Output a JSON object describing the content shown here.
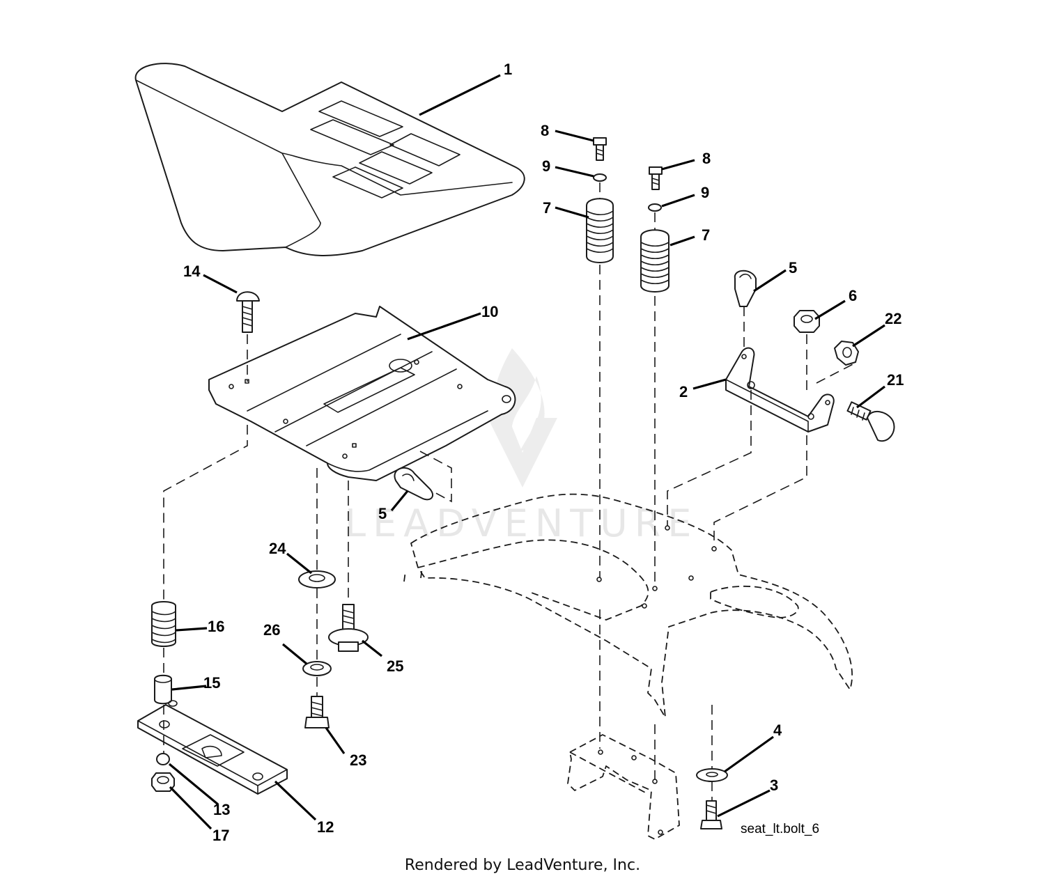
{
  "diagram": {
    "drawing_reference": "seat_lt.bolt_6",
    "footer": "Rendered by LeadVenture, Inc.",
    "watermark": "LEADVENTURE",
    "callouts": {
      "c1": "1",
      "c2": "2",
      "c3": "3",
      "c4": "4",
      "c5a": "5",
      "c5b": "5",
      "c6": "6",
      "c7a": "7",
      "c7b": "7",
      "c8a": "8",
      "c8b": "8",
      "c9a": "9",
      "c9b": "9",
      "c10": "10",
      "c12": "12",
      "c13": "13",
      "c14": "14",
      "c15": "15",
      "c16": "16",
      "c17": "17",
      "c21": "21",
      "c22": "22",
      "c23": "23",
      "c24": "24",
      "c25": "25",
      "c26": "26"
    }
  }
}
